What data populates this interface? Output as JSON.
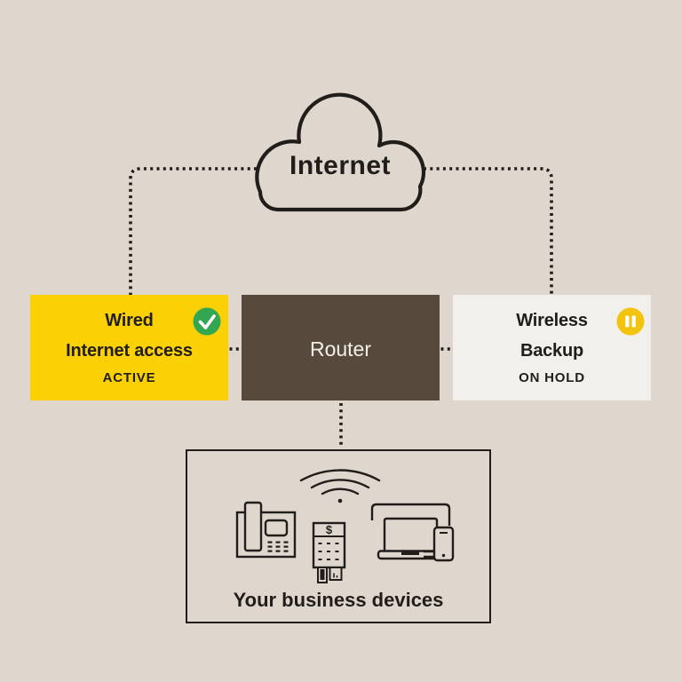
{
  "colors": {
    "background": "#DFD6CE",
    "outline": "#201D1B",
    "wired_box": "#FBD105",
    "router_box": "#574A3C",
    "wireless_box": "#F2F0EC",
    "active_badge": "#33A651",
    "hold_badge": "#F2C40E",
    "badge_glyph": "#FFFFFF",
    "router_text": "#F2EFE9"
  },
  "cloud": {
    "label": "Internet"
  },
  "nodes": {
    "wired": {
      "title_line1": "Wired",
      "title_line2": "Internet access",
      "status": "ACTIVE",
      "status_icon": "check-icon"
    },
    "router": {
      "label": "Router"
    },
    "wireless": {
      "title_line1": "Wireless",
      "title_line2": "Backup",
      "status": "ON HOLD",
      "status_icon": "pause-icon"
    }
  },
  "devices_panel": {
    "label": "Your business devices",
    "terminal_symbol": "$",
    "icons": [
      "wifi-signal-icon",
      "desk-phone-icon",
      "payment-terminal-icon",
      "laptop-monitor-smartphone-icon"
    ]
  }
}
